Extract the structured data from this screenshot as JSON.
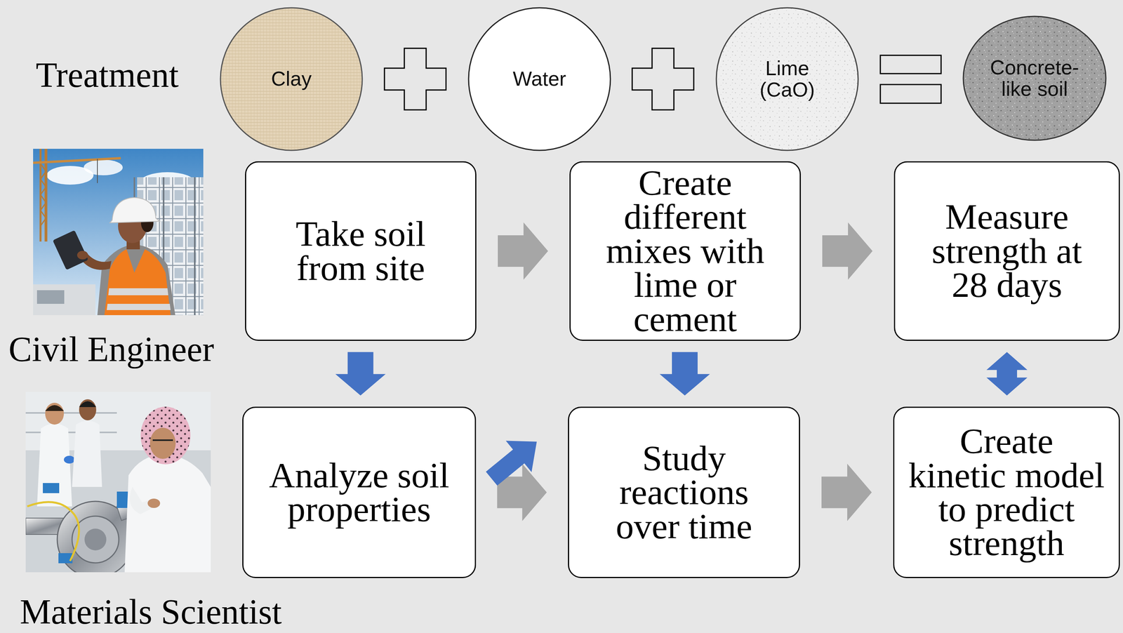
{
  "diagram": {
    "nodes": [
      {
        "text": [
          "Clay"
        ]
      },
      {
        "text": [
          "Water"
        ]
      },
      {
        "text": [
          "Lime (CaO)"
        ]
      },
      {
        "text": [
          "Concrete-like soil"
        ]
      },
      {
        "text": [
          "Take soil from site"
        ]
      },
      {
        "text": [
          "Create different mixes with lime or cement"
        ]
      },
      {
        "text": [
          "Measure strength at 28 days"
        ]
      },
      {
        "text": [
          "Analyze soil properties"
        ]
      },
      {
        "text": [
          "Study reactions over time"
        ]
      },
      {
        "text": [
          "Create kinetic model to predict strength"
        ]
      }
    ],
    "edges": [
      {
        "from": 4,
        "to": 5,
        "arrow": "to"
      },
      {
        "from": 5,
        "to": 6,
        "arrow": "to"
      },
      {
        "from": 4,
        "to": 7,
        "arrow": "to"
      },
      {
        "from": 5,
        "to": 8,
        "arrow": "to"
      },
      {
        "from": 6,
        "to": 9,
        "arrow": "both"
      },
      {
        "from": 7,
        "to": 8,
        "arrow": "to"
      },
      {
        "from": 8,
        "to": 9,
        "arrow": "to"
      },
      {
        "from": 7,
        "to": 5,
        "arrow": "to"
      }
    ],
    "labels": [
      "Treatment",
      "Civil Engineer",
      "Materials Scientist"
    ]
  }
}
